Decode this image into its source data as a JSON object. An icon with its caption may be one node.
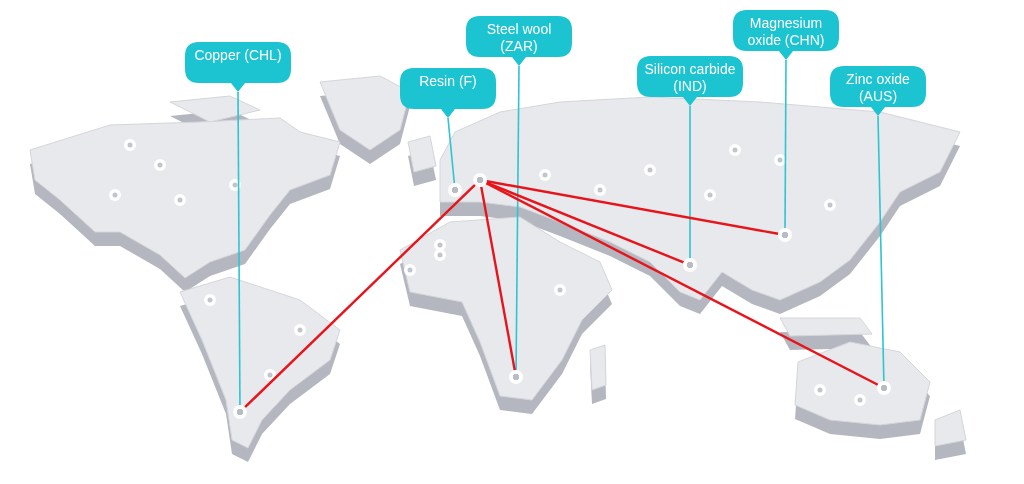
{
  "diagram": {
    "nodes": [
      {
        "text": [
          "Copper (CHL)"
        ]
      },
      {
        "text": [
          "Resin (F)"
        ]
      },
      {
        "text": [
          "Steel wool (ZAR)"
        ]
      },
      {
        "text": [
          "Silicon carbide (IND)"
        ]
      },
      {
        "text": [
          "Magnesium oxide (CHN)"
        ]
      },
      {
        "text": [
          "Zinc oxide (AUS)"
        ]
      },
      {
        "text": [],
        "shape": "circle"
      },
      {
        "text": [],
        "shape": "circle"
      },
      {
        "text": [],
        "shape": "circle"
      },
      {
        "text": [],
        "shape": "circle"
      },
      {
        "text": [],
        "shape": "circle"
      },
      {
        "text": [],
        "shape": "circle"
      },
      {
        "text": [],
        "shape": "circle"
      }
    ],
    "edges": [
      {
        "from": 0,
        "to": 6,
        "arrow": "none"
      },
      {
        "from": 1,
        "to": 7,
        "arrow": "none"
      },
      {
        "from": 2,
        "to": 9,
        "arrow": "none"
      },
      {
        "from": 3,
        "to": 10,
        "arrow": "none"
      },
      {
        "from": 4,
        "to": 11,
        "arrow": "none"
      },
      {
        "from": 5,
        "to": 12,
        "arrow": "none"
      },
      {
        "from": 8,
        "to": 6,
        "arrow": "none",
        "color": "#e8141b"
      },
      {
        "from": 8,
        "to": 9,
        "arrow": "none",
        "color": "#e8141b"
      },
      {
        "from": 8,
        "to": 10,
        "arrow": "none",
        "color": "#e8141b"
      },
      {
        "from": 8,
        "to": 11,
        "arrow": "none",
        "color": "#e8141b"
      },
      {
        "from": 8,
        "to": 12,
        "arrow": "none",
        "color": "#e8141b"
      }
    ]
  }
}
